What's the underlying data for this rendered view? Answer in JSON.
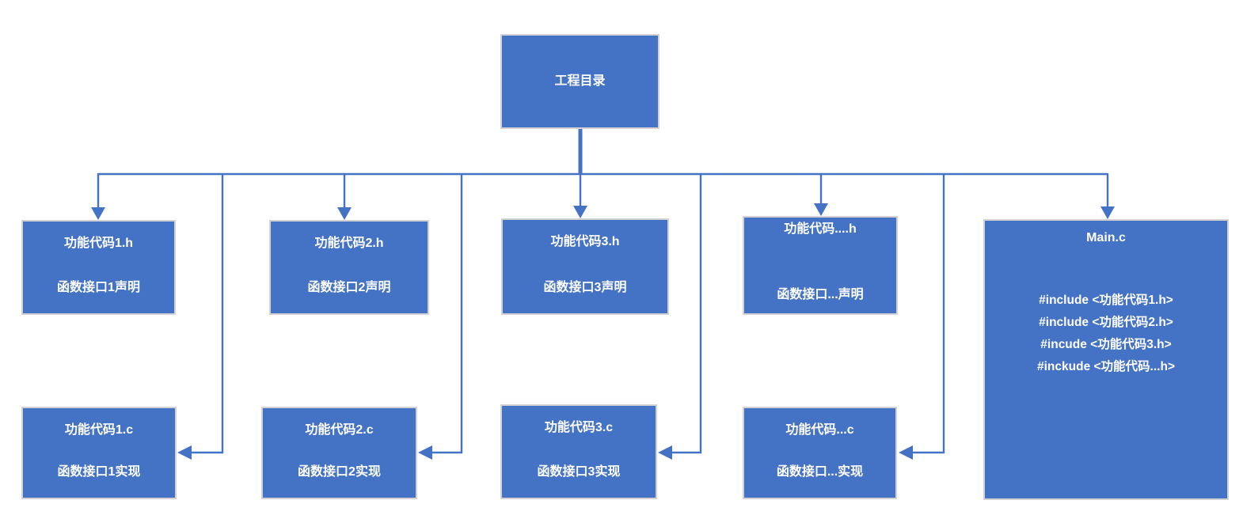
{
  "diagram": {
    "colors": {
      "box_fill": "#4472C4",
      "box_border": "#D2D2D2",
      "line": "#4472C4",
      "text": "#FFFFFF",
      "background": "#FFFFFF"
    },
    "root": {
      "title": "工程目录"
    },
    "header_files": [
      {
        "name": "功能代码1.h",
        "desc": "函数接口1声明"
      },
      {
        "name": "功能代码2.h",
        "desc": "函数接口2声明"
      },
      {
        "name": "功能代码3.h",
        "desc": "函数接口3声明"
      },
      {
        "name": "功能代码....h",
        "desc": "函数接口...声明"
      }
    ],
    "source_files": [
      {
        "name": "功能代码1.c",
        "desc": "函数接口1实现"
      },
      {
        "name": "功能代码2.c",
        "desc": "函数接口2实现"
      },
      {
        "name": "功能代码3.c",
        "desc": "函数接口3实现"
      },
      {
        "name": "功能代码...c",
        "desc": "函数接口...实现"
      }
    ],
    "main": {
      "title": "Main.c",
      "includes": [
        "#include <功能代码1.h>",
        "#include <功能代码2.h>",
        "#incude <功能代码3.h>",
        "#inckude <功能代码...h>"
      ]
    }
  }
}
